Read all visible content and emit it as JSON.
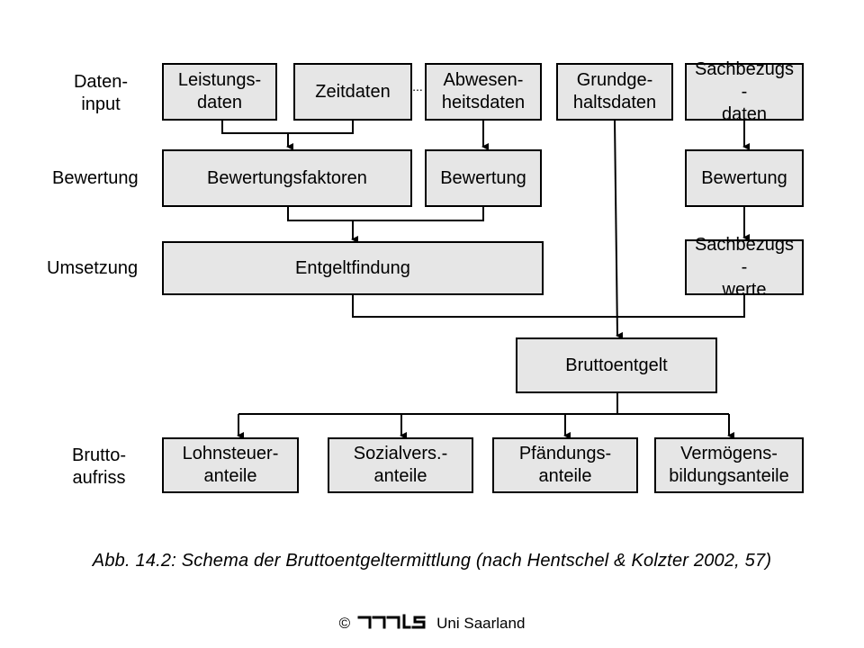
{
  "row_labels": {
    "daten_input": "Daten-\ninput",
    "bewertung": "Bewertung",
    "umsetzung": "Umsetzung",
    "brutto_aufriss": "Brutto-\naufriss"
  },
  "boxes": {
    "leistungsdaten": "Leistungs-\ndaten",
    "zeitdaten": "Zeitdaten",
    "abwesenheitsdaten": "Abwesen-\nheitsdaten",
    "grundgehaltsdaten": "Grundge-\nhaltsdaten",
    "sachbezugsdaten": "Sachbezugs\n-\ndaten",
    "bewertungsfaktoren": "Bewertungsfaktoren",
    "bewertung_abwesenheit": "Bewertung",
    "bewertung_sachbezug": "Bewertung",
    "entgeltfindung": "Entgeltfindung",
    "sachbezugswerte": "Sachbezugs\n-\nwerte",
    "bruttoentgelt": "Bruttoentgelt",
    "lohnsteueranteile": "Lohnsteuer-\nanteile",
    "sozialversanteile": "Sozialvers.-\nanteile",
    "pfaendungsanteile": "Pfändungs-\nanteile",
    "vermoegensbildungsanteile": "Vermögens-\nbildungsanteile"
  },
  "ellipsis": "...",
  "caption": "Abb. 14.2: Schema der Bruttoentgeltermittlung (nach Hentschel & Kolzter 2002, 57)",
  "footer": {
    "copyright": "©",
    "institution": "Uni Saarland"
  }
}
